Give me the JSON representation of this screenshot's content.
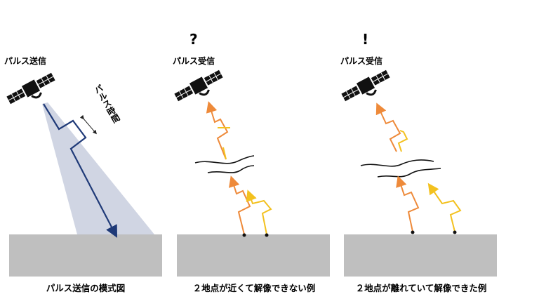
{
  "panels": [
    {
      "top_label": "パルス送信",
      "mark": "",
      "caption": "パルス送信の模式図"
    },
    {
      "top_label": "パルス受信",
      "mark": "?",
      "caption": "２地点が近くて解像できない例"
    },
    {
      "top_label": "パルス受信",
      "mark": "!",
      "caption": "２地点が離れていて解像できた例"
    }
  ],
  "annotations": {
    "pulse_time": "パルス時間"
  },
  "colors": {
    "ground": "#bfbfbf",
    "beam": "#d0d5e3",
    "transmit_arrow": "#1f3a78",
    "pulse_orange": "#ee8a3a",
    "pulse_yellow": "#f3c11f",
    "satellite": "#111111"
  }
}
